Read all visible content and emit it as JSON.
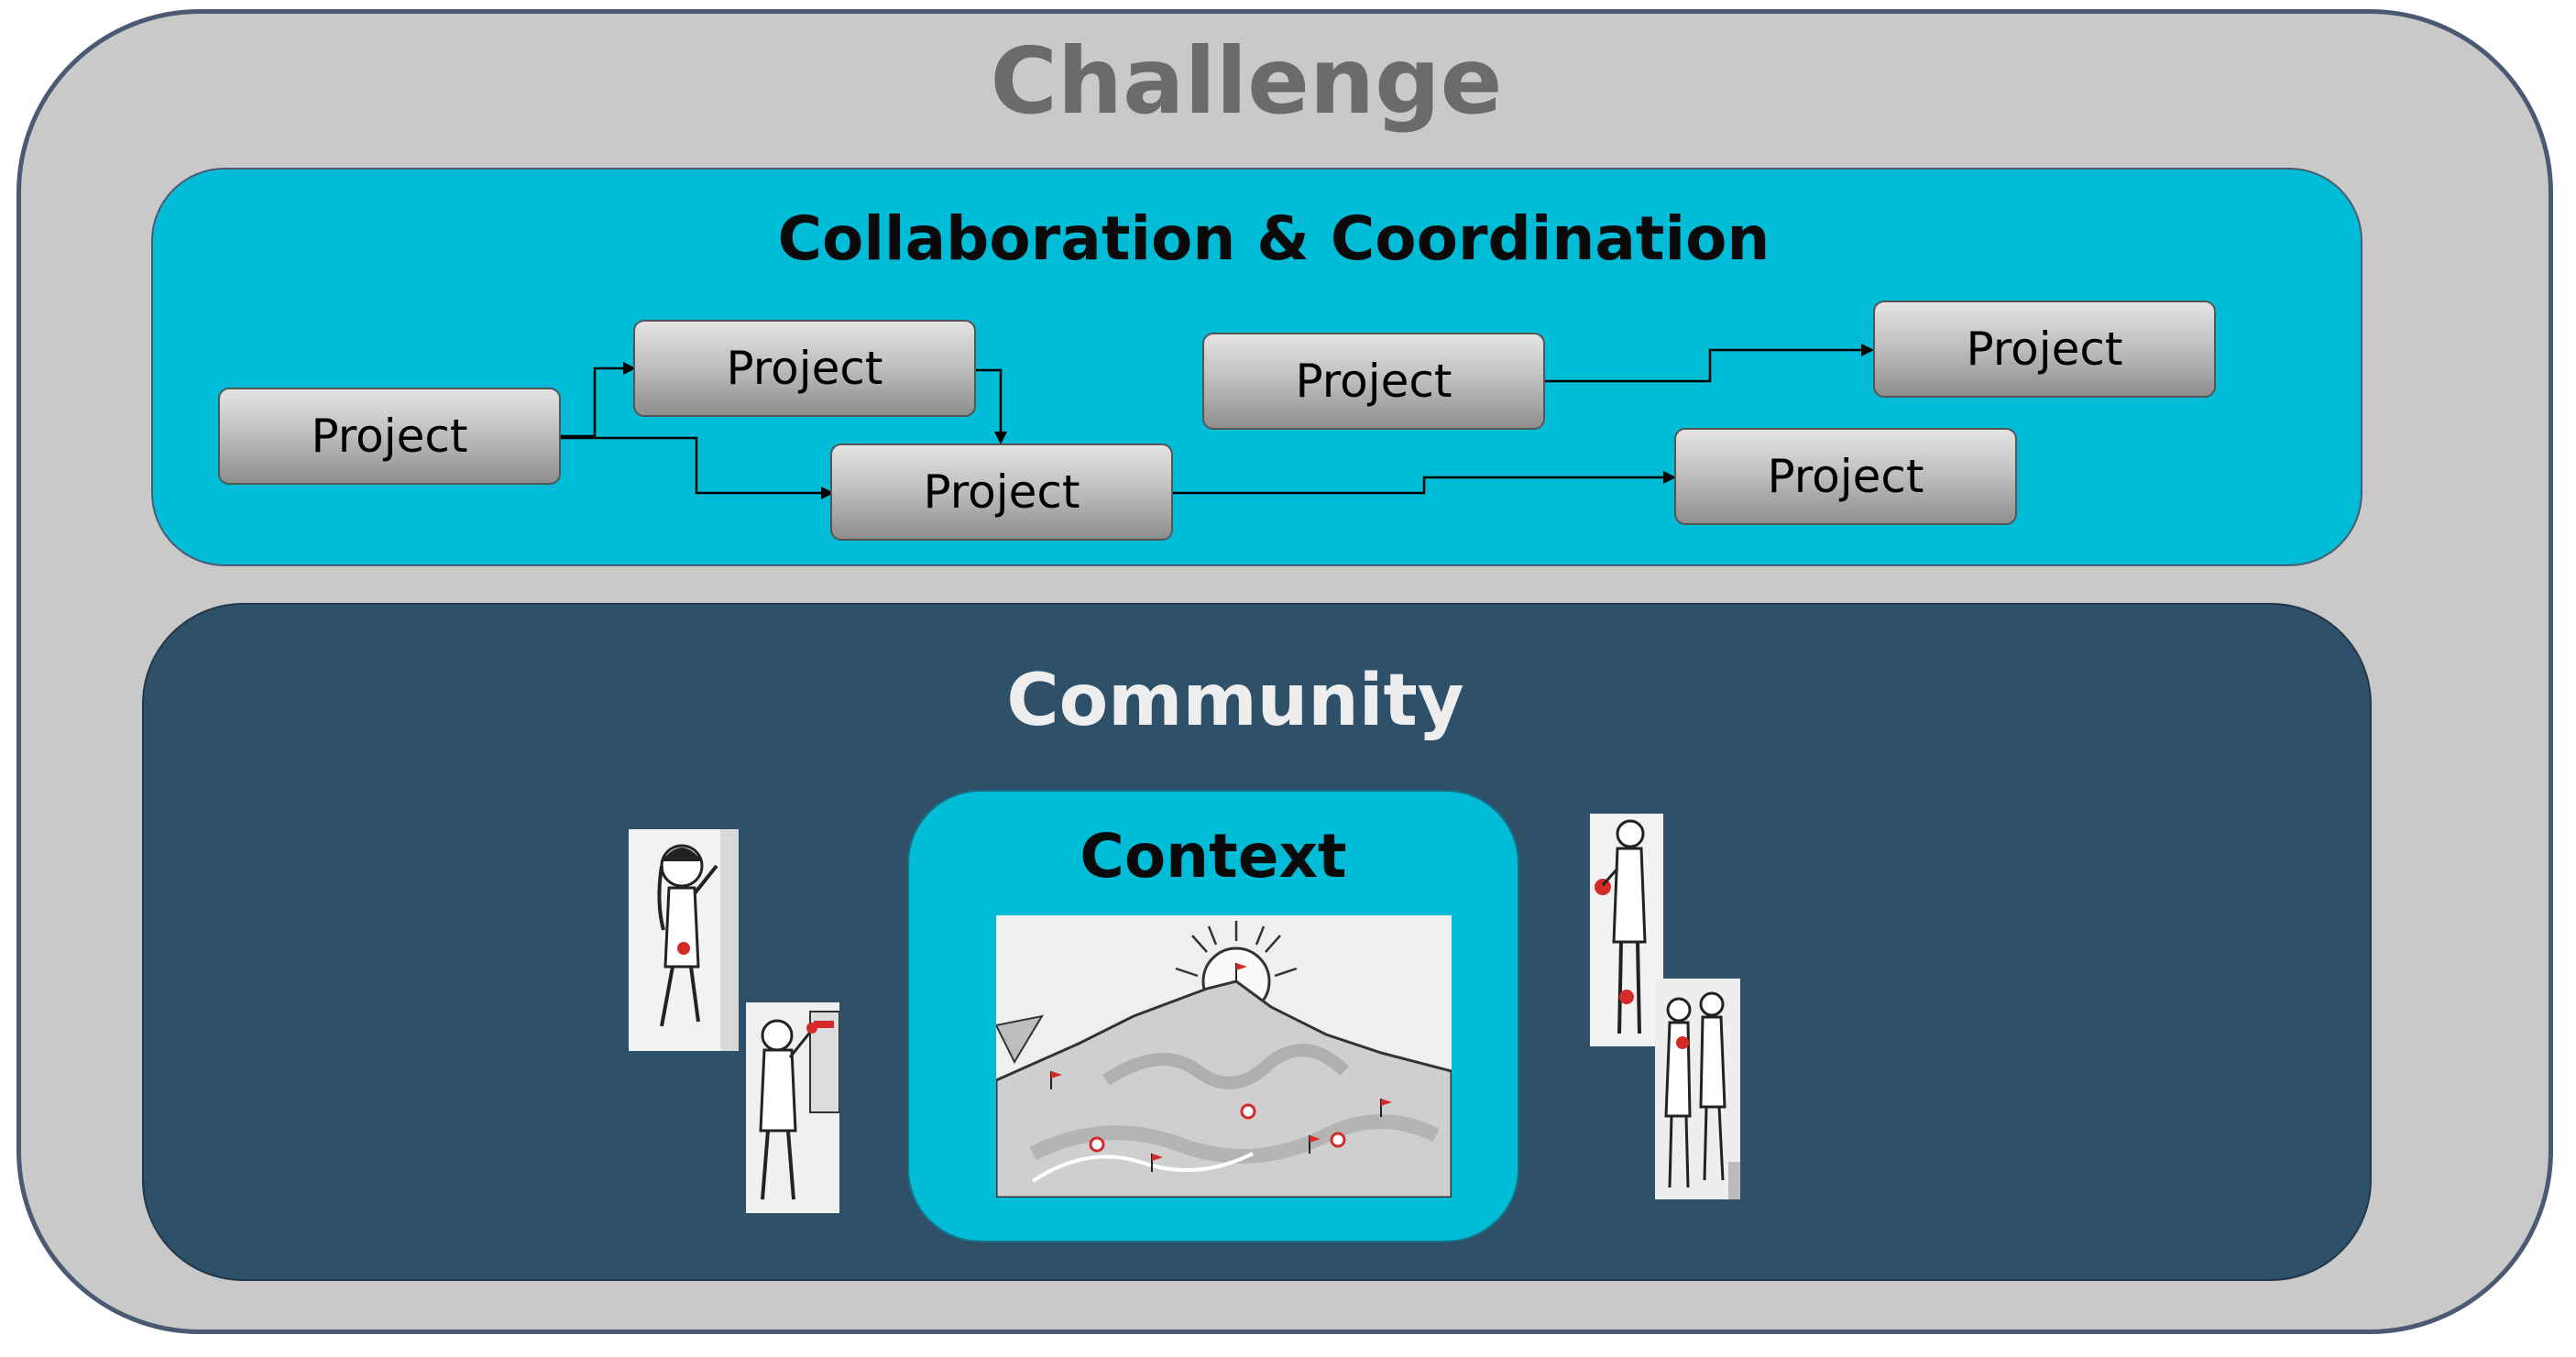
{
  "challenge": {
    "title": "Challenge"
  },
  "collaboration": {
    "title": "Collaboration & Coordination",
    "projects": [
      "Project",
      "Project",
      "Project",
      "Project",
      "Project",
      "Project"
    ]
  },
  "community": {
    "title": "Community"
  },
  "context": {
    "title": "Context"
  },
  "illustrations": {
    "left": [
      "person-waving-illustration",
      "person-at-board-illustration"
    ],
    "right": [
      "people-holding-pieces-illustration",
      "group-standing-illustration"
    ],
    "context": "mountain-landscape-illustration"
  },
  "colors": {
    "challenge_bg": "#c9c9c9",
    "collaboration_bg": "#00bcd6",
    "community_bg": "#2f5069",
    "context_bg": "#00bcd6",
    "accent_red": "#d42a2a"
  }
}
